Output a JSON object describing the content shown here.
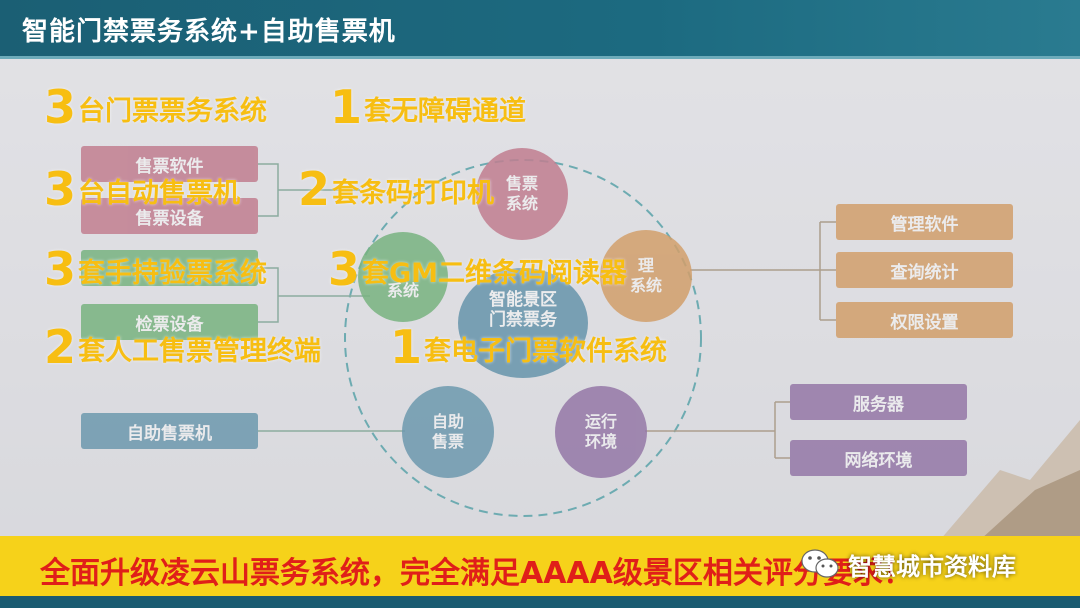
{
  "title": "智能门禁票务系统+自助售票机",
  "diagram": {
    "left_boxes": {
      "b1": "售票软件",
      "b2": "售票设备",
      "b3": "检票设备",
      "b4": "自助售票机"
    },
    "circles": {
      "center": "智能景区\n门禁票务",
      "top": "售票\n系统",
      "left": "系统",
      "right": "理\n系统",
      "bottom_left": "自助\n售票",
      "bottom_right": "运行\n环境"
    },
    "right_boxes": {
      "r1": "管理软件",
      "r2": "查询统计",
      "r3": "权限设置",
      "r4": "服务器",
      "r5": "网络环境"
    },
    "colors": {
      "crimson": "#b04a63",
      "green": "#3f9a4a",
      "blue": "#2f7291",
      "orange": "#c97b2a",
      "purple": "#6b3f86",
      "teal": "#2f7a85"
    }
  },
  "overlay": {
    "l1": {
      "num": "3",
      "text": "台门票票务系统"
    },
    "l2": {
      "num": "1",
      "text": "套无障碍通道"
    },
    "l3": {
      "num": "3",
      "text": "台自动售票机"
    },
    "l4": {
      "num": "2",
      "text": "套条码打印机"
    },
    "l5": {
      "num": "3",
      "text": "套手持验票系统"
    },
    "l6": {
      "num": "3",
      "text": "套GM二维条码阅读器"
    },
    "l7": {
      "num": "2",
      "text": "套人工售票管理终端"
    },
    "l8": {
      "num": "1",
      "text": "套电子门票软件系统"
    }
  },
  "banner": "全面升级凌云山票务系统，完全满足AAAA级景区相关评分要求！",
  "watermark": "智慧城市资料库"
}
